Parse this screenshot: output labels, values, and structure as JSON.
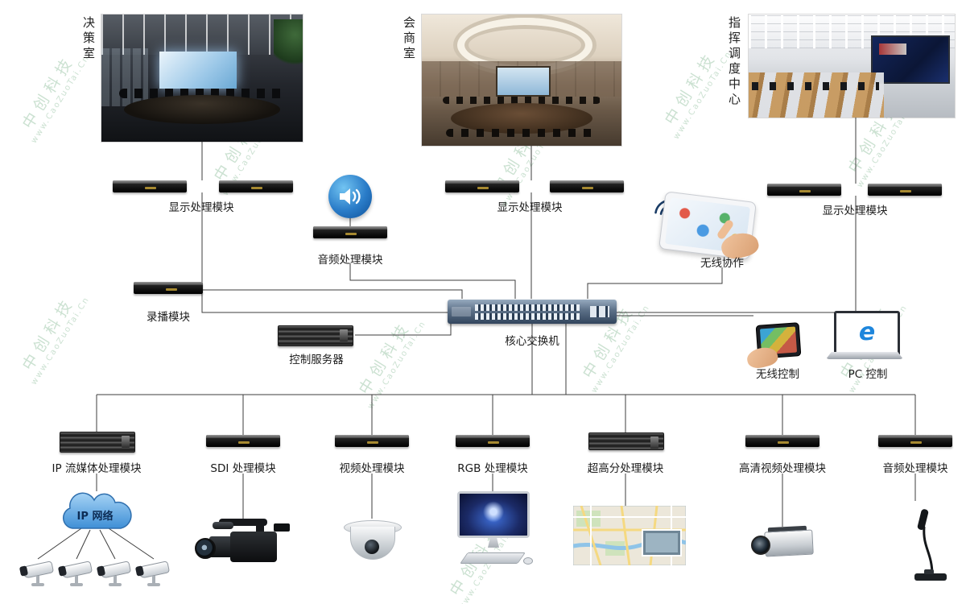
{
  "watermark": {
    "brand": "中创科技",
    "url": "www.CaoZuoTai.Cn"
  },
  "rooms": {
    "decision": {
      "label": "决策室"
    },
    "conference": {
      "label": "会商室"
    },
    "command": {
      "label": "指挥调度中心"
    }
  },
  "middle": {
    "display_label_decision": "显示处理模块",
    "display_label_conference": "显示处理模块",
    "display_label_command": "显示处理模块",
    "audio_module": "音频处理模块",
    "wireless_collab": "无线协作",
    "recording_module": "录播模块",
    "control_server": "控制服务器",
    "core_switch": "核心交换机",
    "wireless_control": "无线控制",
    "pc_control": "PC 控制"
  },
  "bottom_modules": [
    {
      "label": "IP 流媒体处理模块"
    },
    {
      "label": "SDI 处理模块"
    },
    {
      "label": "视频处理模块"
    },
    {
      "label": "RGB 处理模块"
    },
    {
      "label": "超高分处理模块"
    },
    {
      "label": "高清视频处理模块"
    },
    {
      "label": "音频处理模块"
    }
  ],
  "peripherals": {
    "ip_cloud": "IP 网络",
    "pc_browser_glyph": "e"
  },
  "colors": {
    "line": "#3c3c3c",
    "speaker_blue": "#2a7cc8",
    "cloud_blue": "#3f8fd6",
    "watermark_green": "#98c4a3"
  }
}
